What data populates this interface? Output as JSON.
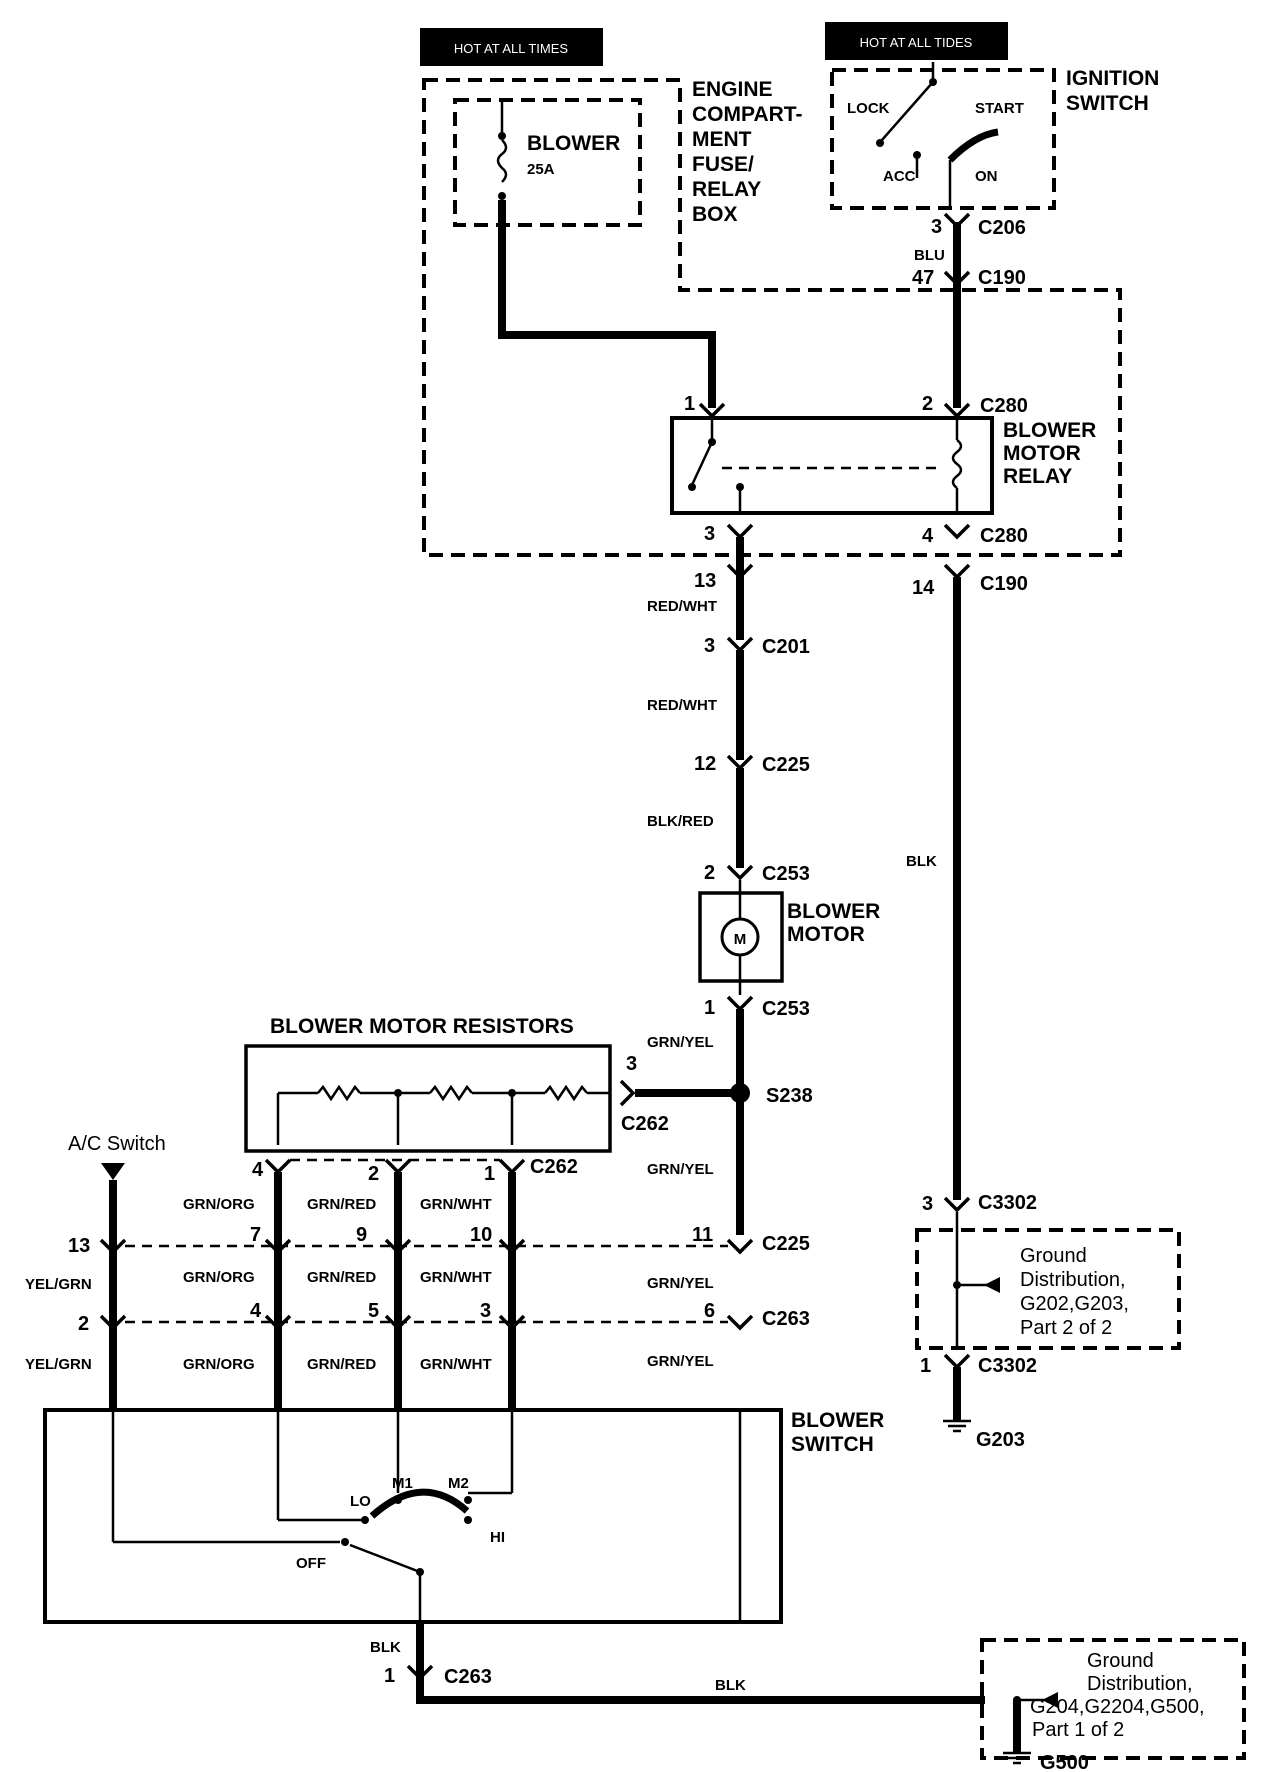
{
  "labels": {
    "hot1": "HOT AT ALL TIMES",
    "hot2": "HOT AT ALL TIDES",
    "engine_box": [
      "ENGINE",
      "COMPART-",
      "MENT",
      "FUSE/",
      "RELAY",
      "BOX"
    ],
    "fuse_name": "BLOWER",
    "fuse_rating": "25A",
    "ignition_switch": [
      "IGNITION",
      "SWITCH"
    ],
    "ign_lock": "LOCK",
    "ign_start": "START",
    "ign_acc": "ACC",
    "ign_on": "ON",
    "relay": [
      "BLOWER",
      "MOTOR",
      "RELAY"
    ],
    "blower_motor": [
      "BLOWER",
      "MOTOR"
    ],
    "motor_symbol": "M",
    "resistors_title": "BLOWER MOTOR RESISTORS",
    "ac_switch": "A/C Switch",
    "blower_switch": [
      "BLOWER",
      "SWITCH"
    ],
    "sw_lo": "LO",
    "sw_m1": "M1",
    "sw_m2": "M2",
    "sw_hi": "HI",
    "sw_off": "OFF",
    "ground_dist_1": [
      "Ground",
      "Distribution,",
      "G202,G203,",
      "Part 2 of 2"
    ],
    "ground_dist_2": [
      "Ground",
      "Distribution,",
      "G204,G2204,G500,",
      "Part 1 of 2"
    ],
    "g203": "G203",
    "g500": "G500",
    "splice": "S238"
  },
  "connectors": {
    "c206": "C206",
    "c190": "C190",
    "c280": "C280",
    "c201": "C201",
    "c225": "C225",
    "c253": "C253",
    "c262": "C262",
    "c263": "C263",
    "c3302": "C3302"
  },
  "pins": {
    "p3_c206": "3",
    "p47_c190": "47",
    "p1_c280": "1",
    "p2_c280": "2",
    "p3_c280": "3",
    "p4_c280": "4",
    "p13_c190": "13",
    "p14_c190": "14",
    "p3_c201": "3",
    "p12_c225": "12",
    "p2_c253": "2",
    "p1_c253": "1",
    "p3_c262": "3",
    "p4_c262": "4",
    "p2_c262": "2",
    "p1_c262": "1",
    "p13_c225": "13",
    "p7_c225": "7",
    "p9_c225": "9",
    "p10_c225": "10",
    "p11_c225": "11",
    "p2_c263": "2",
    "p4_c263": "4",
    "p5_c263": "5",
    "p3_c263": "3",
    "p6_c263": "6",
    "p3_c3302": "3",
    "p1_c3302": "1",
    "p1_c263": "1"
  },
  "wires": {
    "blu": "BLU",
    "red_wht": "RED/WHT",
    "blk_red": "BLK/RED",
    "blk": "BLK",
    "grn_yel": "GRN/YEL",
    "grn_org": "GRN/ORG",
    "grn_red": "GRN/RED",
    "grn_wht": "GRN/WHT",
    "yel_grn": "YEL/GRN"
  }
}
